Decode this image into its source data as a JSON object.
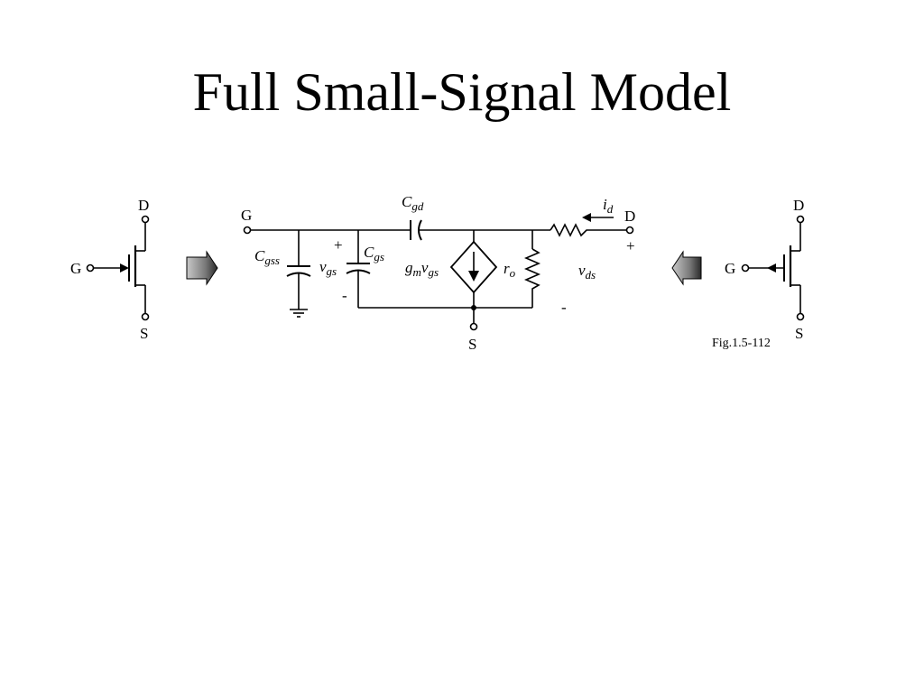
{
  "slide": {
    "title": "Full Small-Signal Model"
  },
  "left_transistor": {
    "drain_label": "D",
    "gate_label": "G",
    "source_label": "S"
  },
  "circuit": {
    "gate_label": "G",
    "drain_label": "D",
    "source_label": "S",
    "cgss": {
      "main": "C",
      "sub": "gss"
    },
    "vgs": {
      "main": "v",
      "sub": "gs"
    },
    "cgs": {
      "main": "C",
      "sub": "gs"
    },
    "cgd": {
      "main": "C",
      "sub": "gd"
    },
    "source_current": {
      "main": "g",
      "sub1": "m",
      "mid": "v",
      "sub2": "gs"
    },
    "ro": {
      "main": "r",
      "sub": "o"
    },
    "id": {
      "main": "i",
      "sub": "d"
    },
    "vds": {
      "main": "v",
      "sub": "ds"
    },
    "plus_vgs": "+",
    "minus_vgs": "-",
    "plus_vds": "+",
    "minus_vds": "-"
  },
  "right_transistor": {
    "drain_label": "D",
    "gate_label": "G",
    "source_label": "S"
  },
  "figure_caption": "Fig.1.5-112",
  "colors": {
    "background": "#ffffff",
    "ink": "#000000",
    "arrow_fill": "#7a7a7a"
  }
}
